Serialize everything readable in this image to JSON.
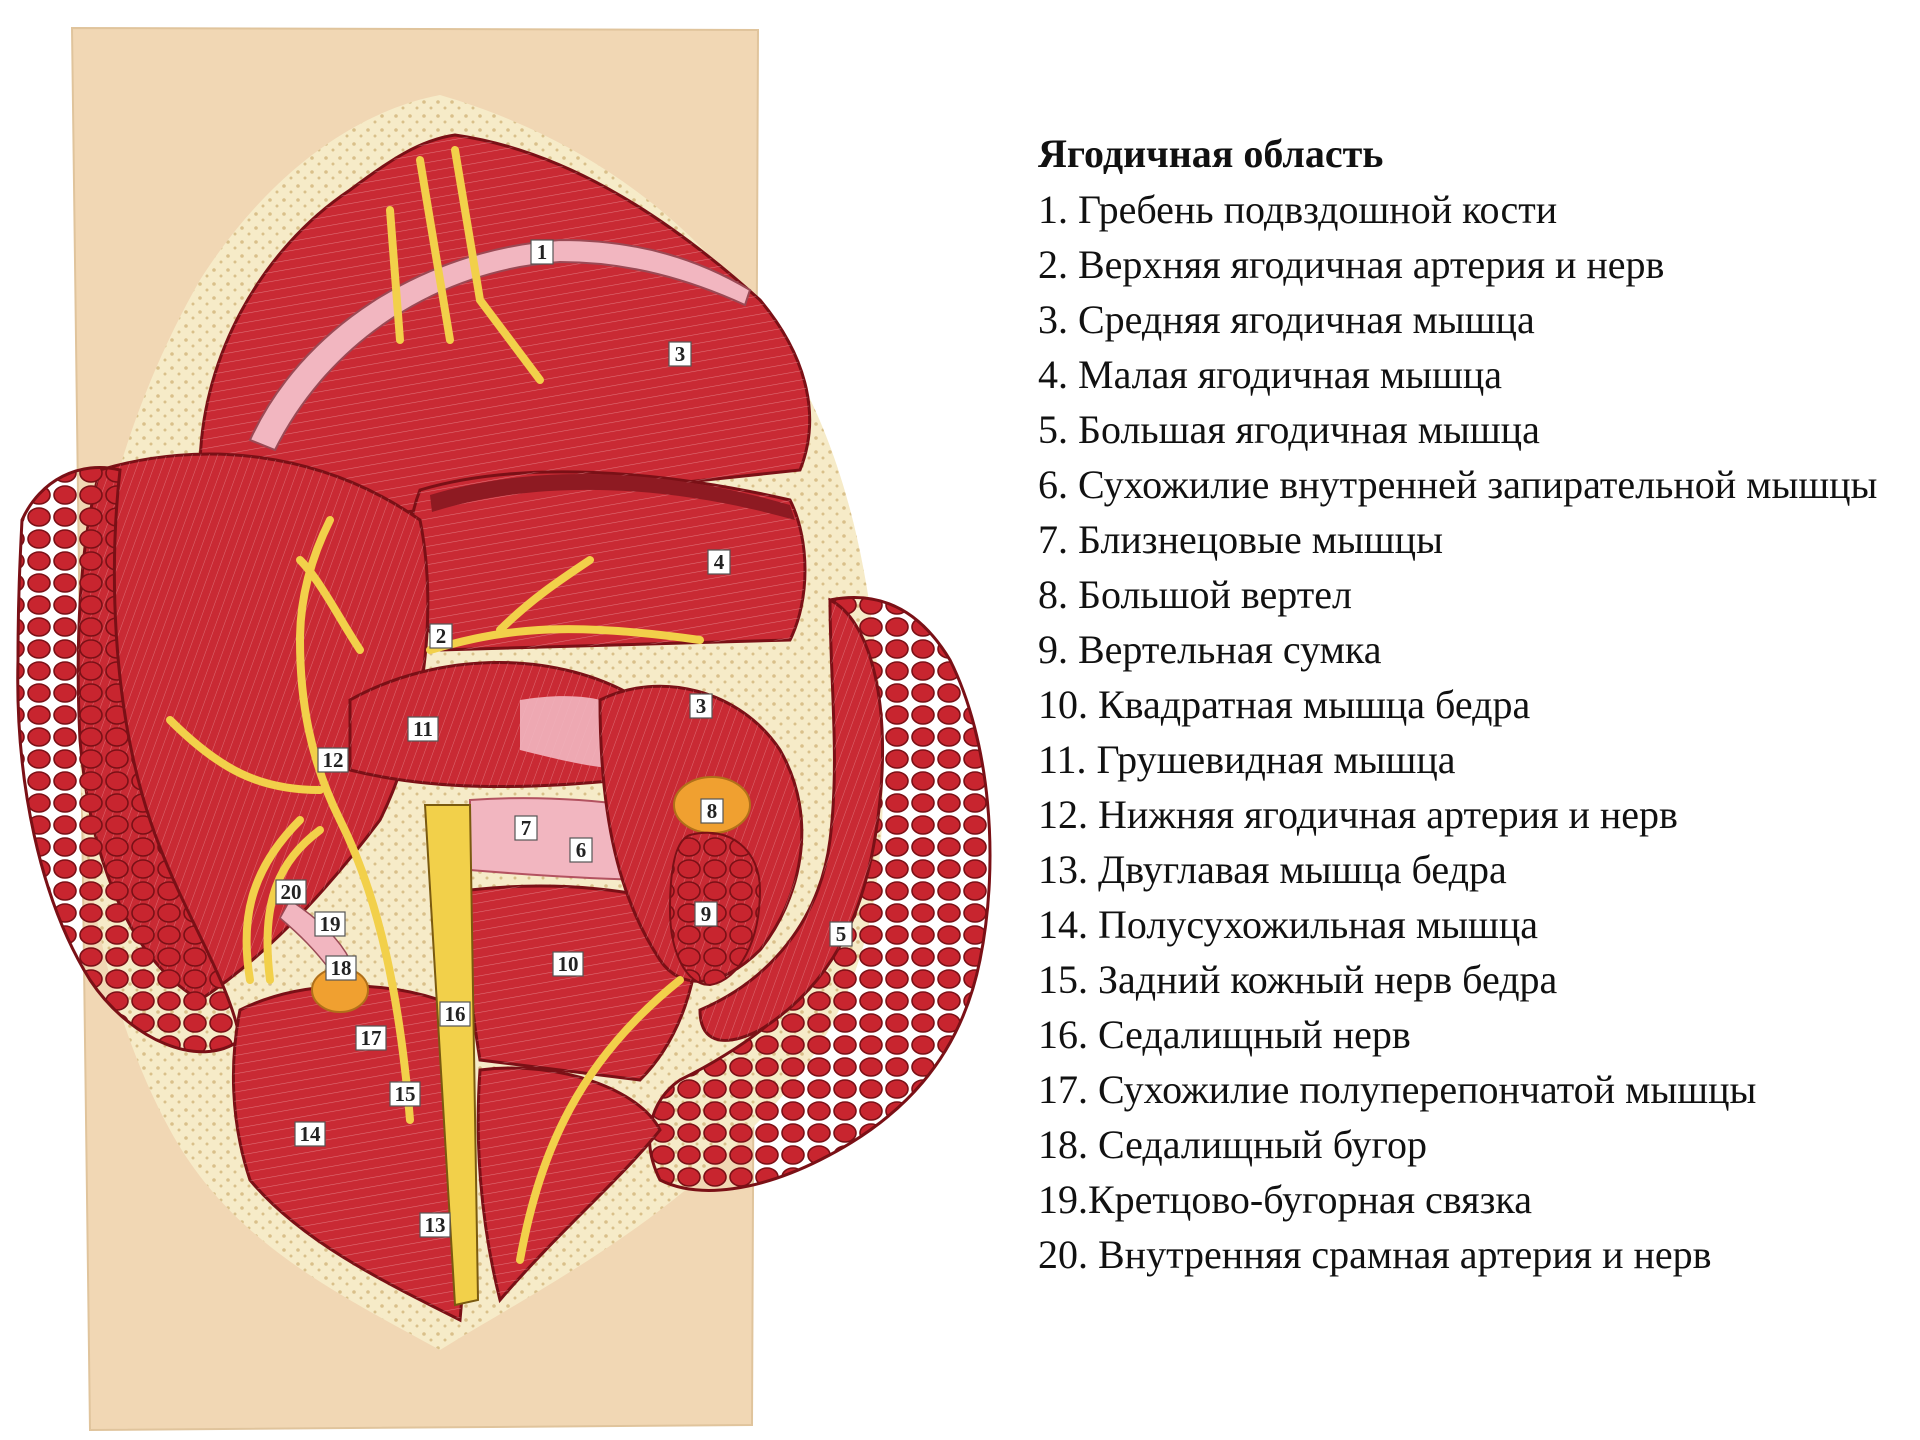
{
  "legend": {
    "title": "Ягодичная область",
    "items": [
      "1. Гребень подвздошной кости",
      "2. Верхняя ягодичная артерия и нерв",
      "3. Средняя ягодичная мышца",
      "4. Малая ягодичная мышца",
      "5. Большая ягодичная мышца",
      "6. Сухожилие внутренней запирательной мышцы",
      "7. Близнецовые мышцы",
      "8. Большой вертел",
      "9. Вертельная сумка",
      "10. Квадратная мышца бедра",
      "11. Грушевидная мышца",
      "12. Нижняя ягодичная артерия и нерв",
      "13. Двуглавая мышца бедра",
      "14. Полусухожильная мышца",
      "15. Задний кожный нерв бедра",
      "16. Седалищный нерв",
      "17. Сухожилие полуперепончатой мышцы",
      "18. Седалищный бугор",
      "19.Кретцово-бугорная связка",
      "20. Внутренняя срамная артерия и нерв"
    ]
  },
  "markers": [
    "1",
    "2",
    "3",
    "3",
    "4",
    "5",
    "6",
    "7",
    "8",
    "9",
    "10",
    "11",
    "12",
    "13",
    "14",
    "15",
    "16",
    "17",
    "18",
    "19",
    "20"
  ],
  "colors": {
    "skin": "#f1d7b4",
    "fat": "#f6ebc8",
    "muscle": "#c92a34",
    "muscle_dark": "#8e1a22",
    "muscle_light": "#e0646b",
    "nerve": "#f2d04a",
    "ligament": "#f2b6c0",
    "bone": "#f0a030"
  }
}
